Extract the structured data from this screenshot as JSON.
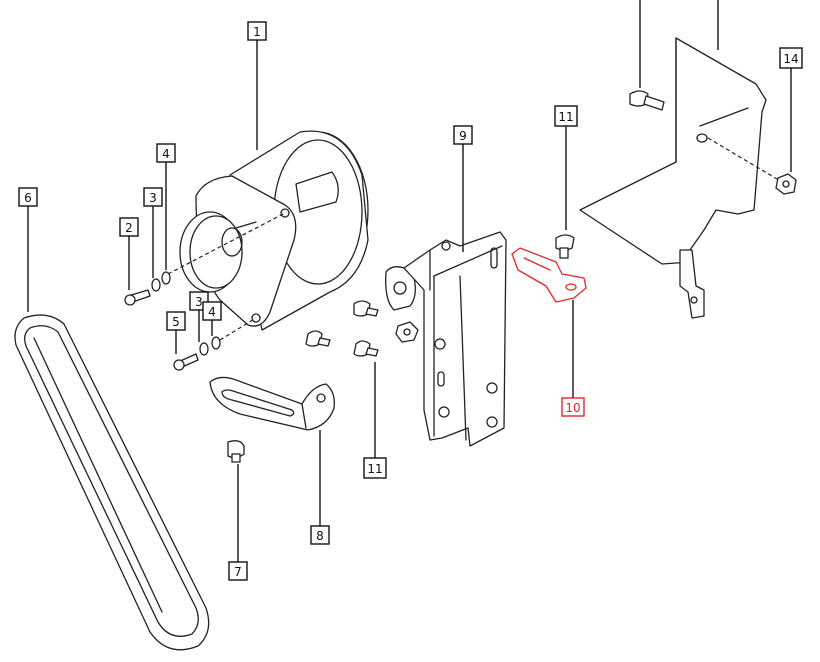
{
  "labels": {
    "l1": "1",
    "l2": "2",
    "l3a": "3",
    "l3b": "3",
    "l4a": "4",
    "l4b": "4",
    "l5": "5",
    "l6": "6",
    "l7": "7",
    "l8": "8",
    "l9": "9",
    "l10": "10",
    "l11a": "11",
    "l11b": "11",
    "l14": "14"
  },
  "colors": {
    "line": "#222222",
    "highlight": "#e0282a",
    "background": "#ffffff"
  }
}
